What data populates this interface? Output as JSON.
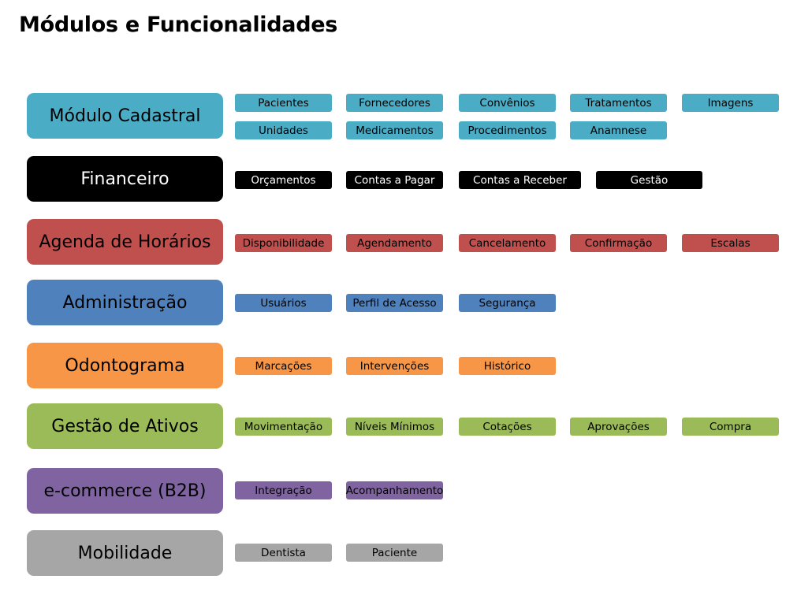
{
  "title": "Módulos e Funcionalidades",
  "modules": [
    {
      "label": "Módulo Cadastral",
      "color": "#4bacc6",
      "text_color": "#000000",
      "items": [
        "Pacientes",
        "Fornecedores",
        "Convênios",
        "Tratamentos",
        "Imagens",
        "Unidades",
        "Medicamentos",
        "Procedimentos",
        "Anamnese"
      ]
    },
    {
      "label": "Financeiro",
      "color": "#000000",
      "text_color": "#ffffff",
      "items": [
        "Orçamentos",
        "Contas a Pagar",
        "Contas a Receber",
        "Gestão"
      ]
    },
    {
      "label": "Agenda de Horários",
      "color": "#c0504d",
      "text_color": "#000000",
      "items": [
        "Disponibilidade",
        "Agendamento",
        "Cancelamento",
        "Confirmação",
        "Escalas"
      ]
    },
    {
      "label": "Administração",
      "color": "#4f81bd",
      "text_color": "#000000",
      "items": [
        "Usuários",
        "Perfil de Acesso",
        "Segurança"
      ]
    },
    {
      "label": "Odontograma",
      "color": "#f79646",
      "text_color": "#000000",
      "items": [
        "Marcações",
        "Intervenções",
        "Histórico"
      ]
    },
    {
      "label": "Gestão de Ativos",
      "color": "#9bbb59",
      "text_color": "#000000",
      "items": [
        "Movimentação",
        "Níveis Mínimos",
        "Cotações",
        "Aprovações",
        "Compra"
      ]
    },
    {
      "label": "e-commerce (B2B)",
      "color": "#8064a2",
      "text_color": "#000000",
      "items": [
        "Integração",
        "Acompanhamento"
      ]
    },
    {
      "label": "Mobilidade",
      "color": "#a6a6a6",
      "text_color": "#000000",
      "items": [
        "Dentista",
        "Paciente"
      ]
    }
  ]
}
